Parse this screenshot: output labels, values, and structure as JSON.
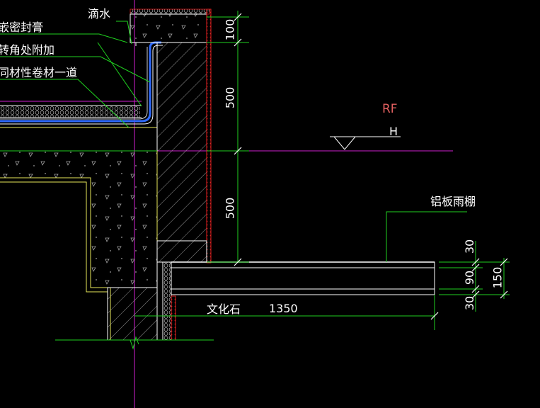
{
  "labels": {
    "sealant": "嵌密封膏",
    "corner_reinforce": "转角处附加",
    "same_material": "同材性卷材一道",
    "drip": "滴水",
    "aluminum_canopy": "铝板雨棚",
    "cultured_stone": "文化石",
    "level_name": "RF",
    "level_value": "H"
  },
  "dimensions": {
    "d100": "100",
    "d500_upper": "500",
    "d500_lower": "500",
    "d30_top": "30",
    "d90": "90",
    "d30_bottom": "30",
    "d150": "150",
    "d1350": "1350"
  },
  "colors": {
    "background": "#000000",
    "line_green": "#1fd11f",
    "line_white": "#ffffff",
    "line_yellow": "#e8e85a",
    "line_magenta": "#d01fd0",
    "line_red": "#e02020",
    "line_blue": "#2f6bff",
    "text_pink": "#e26060"
  }
}
